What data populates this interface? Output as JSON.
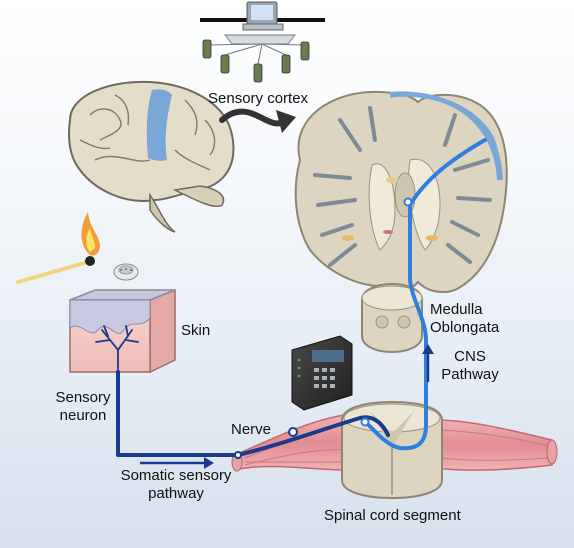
{
  "labels": {
    "sensory_cortex": "Sensory cortex",
    "skin": "Skin",
    "sensory_neuron_line1": "Sensory",
    "sensory_neuron_line2": "neuron",
    "nerve": "Nerve",
    "somatic_line1": "Somatic sensory",
    "somatic_line2": "pathway",
    "medulla_line1": "Medulla",
    "medulla_line2": "Oblongata",
    "cns_line1": "CNS",
    "cns_line2": "Pathway",
    "spinal_cord": "Spinal cord segment"
  },
  "colors": {
    "cortex_highlight": "#7aa6d8",
    "cns_pathway": "#2f7fe0",
    "somatic_pathway": "#1a3a8a",
    "arrow_dark": "#333333",
    "tissue": "#ddd5bf",
    "nerve_pink": "#e49a9e",
    "skin_pink": "#f2c4c0"
  },
  "icons": [
    "computer-network-icon",
    "brain-icon",
    "flame-icon",
    "smoke-detector-icon",
    "control-panel-icon"
  ]
}
